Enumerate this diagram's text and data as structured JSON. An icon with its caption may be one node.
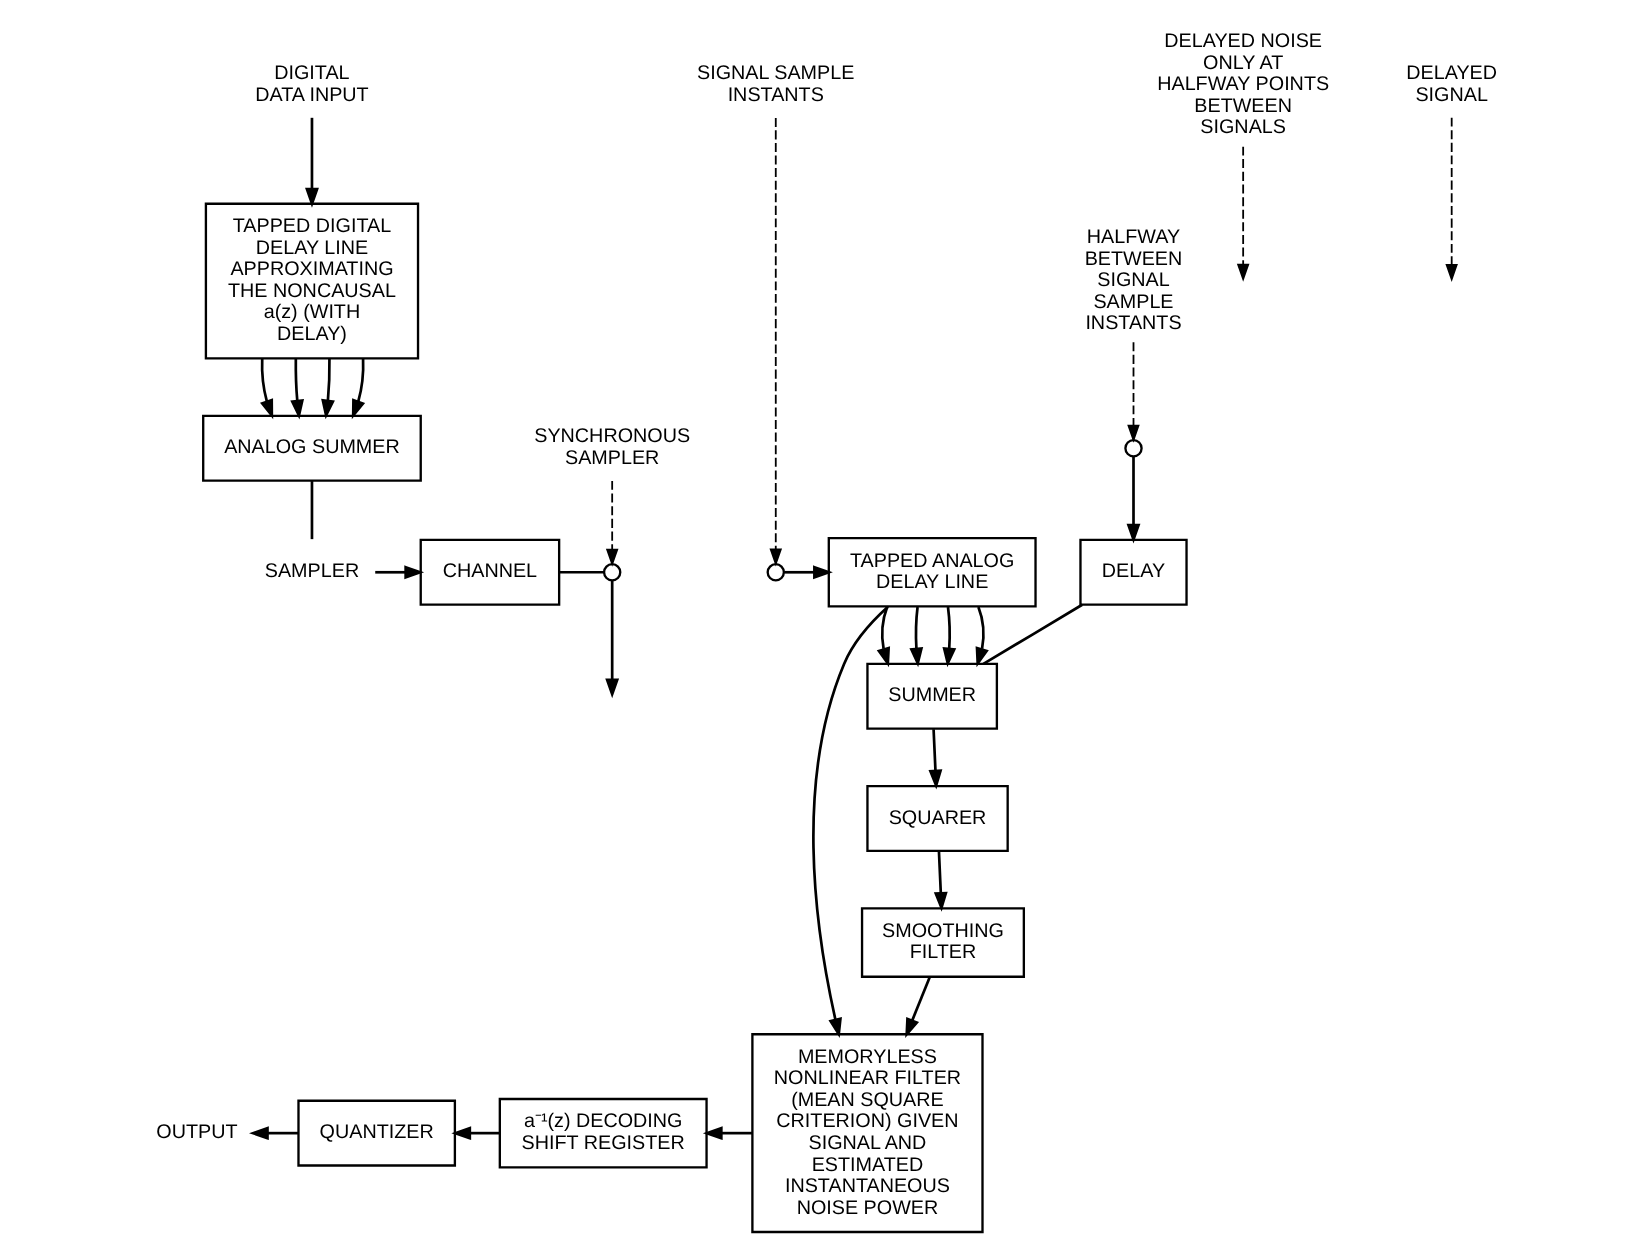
{
  "diagram": {
    "nodes": [
      {
        "text": [
          "DIGITAL DATA INPUT"
        ]
      },
      {
        "text": [
          "TAPPED DIGITAL DELAY LINE APPROXIMATING THE NONCAUSAL a(z) (WITH DELAY)"
        ]
      },
      {
        "text": [
          "ANALOG SUMMER"
        ]
      },
      {
        "text": [
          "SAMPLER"
        ]
      },
      {
        "text": [
          "CHANNEL"
        ]
      },
      {
        "text": [],
        "shape": "circle"
      },
      {
        "text": [
          "SYNCHRONOUS SAMPLER"
        ]
      },
      {
        "text": [
          "SIGNAL SAMPLE INSTANTS"
        ]
      },
      {
        "text": [],
        "shape": "circle"
      },
      {
        "text": [
          "TAPPED ANALOG DELAY LINE"
        ]
      },
      {
        "text": [
          "HALFWAY BETWEEN SIGNAL SAMPLE INSTANTS"
        ]
      },
      {
        "text": [],
        "shape": "circle"
      },
      {
        "text": [
          "DELAY"
        ]
      },
      {
        "text": [
          "SUMMER"
        ]
      },
      {
        "text": [
          "DELAYED NOISE ONLY AT HALFWAY POINTS BETWEEN SIGNALS"
        ]
      },
      {
        "text": [
          "SQUARER"
        ]
      },
      {
        "text": [
          "SMOOTHING FILTER"
        ]
      },
      {
        "text": [
          "MEMORYLESS NONLINEAR FILTER (MEAN SQUARE CRITERION) GIVEN SIGNAL AND ESTIMATED INSTANTANEOUS NOISE POWER"
        ]
      },
      {
        "text": [
          "a⁻¹(z) DECODING SHIFT REGISTER"
        ]
      },
      {
        "text": [
          "QUANTIZER"
        ]
      },
      {
        "text": [
          "OUTPUT"
        ]
      },
      {
        "text": [
          "DELAYED SIGNAL"
        ]
      }
    ],
    "edges": [
      {
        "from": 0,
        "to": 1,
        "arrow": "to"
      },
      {
        "from": 1,
        "to": 2,
        "arrow": "to"
      },
      {
        "from": 1,
        "to": 2,
        "arrow": "to"
      },
      {
        "from": 1,
        "to": 2,
        "arrow": "to"
      },
      {
        "from": 1,
        "to": 2,
        "arrow": "to"
      },
      {
        "from": 2,
        "to": 3,
        "arrow": "none"
      },
      {
        "from": 3,
        "to": 4,
        "arrow": "to"
      },
      {
        "from": 4,
        "to": 5,
        "arrow": "none"
      },
      {
        "from": 5,
        "to": null,
        "arrow": "to"
      },
      {
        "from": 6,
        "to": 5,
        "arrow": "to",
        "style": "dashed"
      },
      {
        "from": 7,
        "to": 8,
        "arrow": "to",
        "style": "dashed"
      },
      {
        "from": 8,
        "to": 9,
        "arrow": "to"
      },
      {
        "from": 10,
        "to": 11,
        "arrow": "to",
        "style": "dashed"
      },
      {
        "from": 11,
        "to": 12,
        "arrow": "to"
      },
      {
        "from": 12,
        "to": 13,
        "arrow": "none"
      },
      {
        "from": 9,
        "to": 13,
        "arrow": "to"
      },
      {
        "from": 9,
        "to": 13,
        "arrow": "to"
      },
      {
        "from": 9,
        "to": 13,
        "arrow": "to"
      },
      {
        "from": 9,
        "to": 13,
        "arrow": "to"
      },
      {
        "from": 13,
        "to": 15,
        "arrow": "to"
      },
      {
        "from": 14,
        "to": null,
        "arrow": "to",
        "style": "dashed"
      },
      {
        "from": 15,
        "to": 16,
        "arrow": "to"
      },
      {
        "from": 16,
        "to": 17,
        "arrow": "to"
      },
      {
        "from": 9,
        "to": 17,
        "arrow": "to"
      },
      {
        "from": 21,
        "to": null,
        "arrow": "to",
        "style": "dashed"
      },
      {
        "from": 17,
        "to": 18,
        "arrow": "to"
      },
      {
        "from": 18,
        "to": 19,
        "arrow": "to"
      },
      {
        "from": 19,
        "to": 20,
        "arrow": "to"
      }
    ]
  }
}
